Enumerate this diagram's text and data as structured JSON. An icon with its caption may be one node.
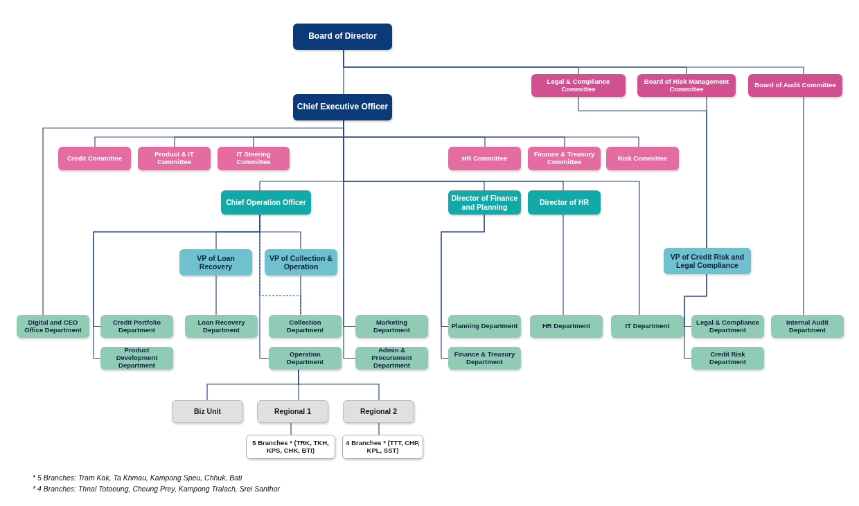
{
  "diagram": {
    "nodes": [
      {
        "text": [
          "Board of Director"
        ]
      },
      {
        "text": [
          "Legal & Compliance Committee"
        ]
      },
      {
        "text": [
          "Board of Risk Management Committee"
        ]
      },
      {
        "text": [
          "Board of Audit Committee"
        ]
      },
      {
        "text": [
          "Chief Executive Officer"
        ]
      },
      {
        "text": [
          "Credit Committee"
        ]
      },
      {
        "text": [
          "Product & IT Committee"
        ]
      },
      {
        "text": [
          "IT Steering Committee"
        ]
      },
      {
        "text": [
          "HR Committee"
        ]
      },
      {
        "text": [
          "Finance & Treasury Committee"
        ]
      },
      {
        "text": [
          "Risk Committee"
        ]
      },
      {
        "text": [
          "Chief Operation Officer"
        ]
      },
      {
        "text": [
          "Director of Finance and Planning"
        ]
      },
      {
        "text": [
          "Director of HR"
        ]
      },
      {
        "text": [
          "VP of Loan Recovery"
        ]
      },
      {
        "text": [
          "VP of Collection & Operation"
        ]
      },
      {
        "text": [
          "VP of Credit Risk and Legal Compliance"
        ]
      },
      {
        "text": [
          "Digital and CEO Office Department"
        ]
      },
      {
        "text": [
          "Credit Portfolio Department"
        ]
      },
      {
        "text": [
          "Product Development Department"
        ]
      },
      {
        "text": [
          "Loan Recovery Department"
        ]
      },
      {
        "text": [
          "Collection Department"
        ]
      },
      {
        "text": [
          "Operation Department"
        ]
      },
      {
        "text": [
          "Marketing Department"
        ]
      },
      {
        "text": [
          "Admin & Procurement Department"
        ]
      },
      {
        "text": [
          "Planning Department"
        ]
      },
      {
        "text": [
          "Finance & Treasury Department"
        ]
      },
      {
        "text": [
          "HR Department"
        ]
      },
      {
        "text": [
          "IT Department"
        ]
      },
      {
        "text": [
          "Legal & Compliance Department"
        ]
      },
      {
        "text": [
          "Credit Risk Department"
        ]
      },
      {
        "text": [
          "Internal Audit Department"
        ]
      },
      {
        "text": [
          "Biz Unit"
        ]
      },
      {
        "text": [
          "Regional 1"
        ]
      },
      {
        "text": [
          "Regional 2"
        ]
      },
      {
        "text": [
          "5 Branches * (TRK, TKH, KPS, CHK, BTI)"
        ]
      },
      {
        "text": [
          "4 Branches * (TTT, CHP, KPL, SST)"
        ]
      }
    ],
    "edges": [
      {
        "from": 0,
        "to": 4,
        "arrow": "none"
      },
      {
        "from": 0,
        "to": 1,
        "arrow": "none"
      },
      {
        "from": 0,
        "to": 2,
        "arrow": "none"
      },
      {
        "from": 0,
        "to": 3,
        "arrow": "none"
      },
      {
        "from": 4,
        "to": 5,
        "arrow": "none"
      },
      {
        "from": 4,
        "to": 6,
        "arrow": "none"
      },
      {
        "from": 4,
        "to": 7,
        "arrow": "none"
      },
      {
        "from": 4,
        "to": 8,
        "arrow": "none"
      },
      {
        "from": 4,
        "to": 9,
        "arrow": "none"
      },
      {
        "from": 4,
        "to": 10,
        "arrow": "none"
      },
      {
        "from": 4,
        "to": 17,
        "arrow": "none"
      },
      {
        "from": 4,
        "to": 11,
        "arrow": "none"
      },
      {
        "from": 4,
        "to": 12,
        "arrow": "none"
      },
      {
        "from": 4,
        "to": 13,
        "arrow": "none"
      },
      {
        "from": 4,
        "to": 28,
        "arrow": "none"
      },
      {
        "from": 4,
        "to": 23,
        "arrow": "none"
      },
      {
        "from": 4,
        "to": 24,
        "arrow": "none"
      },
      {
        "from": 2,
        "to": 16,
        "arrow": "none"
      },
      {
        "from": 1,
        "to": 16,
        "arrow": "none"
      },
      {
        "from": 3,
        "to": 31,
        "arrow": "none"
      },
      {
        "from": 11,
        "to": 14,
        "arrow": "none"
      },
      {
        "from": 11,
        "to": 15,
        "arrow": "none"
      },
      {
        "from": 11,
        "to": 18,
        "arrow": "none"
      },
      {
        "from": 11,
        "to": 19,
        "arrow": "none"
      },
      {
        "from": 11,
        "to": 22,
        "arrow": "none"
      },
      {
        "from": 11,
        "to": 21,
        "arrow": "none",
        "style": "dashed"
      },
      {
        "from": 15,
        "to": 21,
        "arrow": "none"
      },
      {
        "from": 14,
        "to": 20,
        "arrow": "none"
      },
      {
        "from": 12,
        "to": 25,
        "arrow": "none"
      },
      {
        "from": 12,
        "to": 26,
        "arrow": "none"
      },
      {
        "from": 13,
        "to": 27,
        "arrow": "none"
      },
      {
        "from": 16,
        "to": 29,
        "arrow": "none"
      },
      {
        "from": 16,
        "to": 30,
        "arrow": "none"
      },
      {
        "from": 22,
        "to": 32,
        "arrow": "none"
      },
      {
        "from": 22,
        "to": 33,
        "arrow": "none"
      },
      {
        "from": 22,
        "to": 34,
        "arrow": "none"
      },
      {
        "from": 33,
        "to": 35,
        "arrow": "none"
      },
      {
        "from": 34,
        "to": 36,
        "arrow": "none"
      }
    ],
    "labels": [
      "* 5 Branches: Tram Kak, Ta Khmau, Kampong Speu, Chhuk, Bati",
      "* 4 Branches: Thnal Totoeung, Cheung Prey, Kampong Tralach, Srei Santhor"
    ]
  }
}
